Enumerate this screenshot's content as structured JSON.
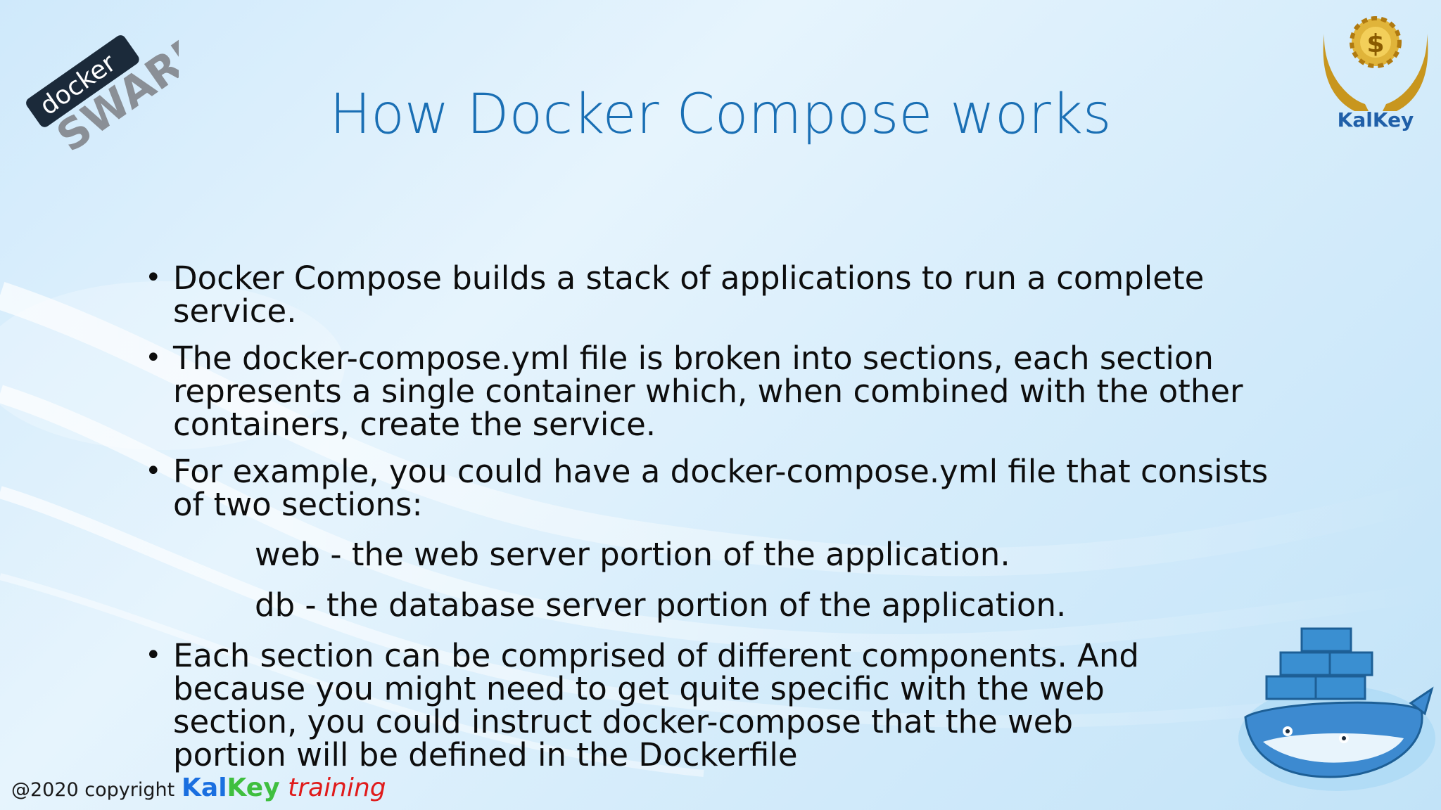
{
  "slide": {
    "title": "How Docker Compose works",
    "bullets": [
      "Docker Compose builds a stack of applications to run a complete service.",
      "The docker-compose.yml file is broken into sections, each section represents a single container which, when combined with the other containers, create the service.",
      "For example, you could have a docker-compose.yml file that consists of two sections:"
    ],
    "sublines": [
      "web - the web server portion of the application.",
      "db - the database server portion of the application."
    ],
    "last_bullet": "Each section can be comprised of different components. And because you might need to get quite specific with the web section, you could instruct docker-compose that the web portion will be defined in the Dockerfile",
    "bullet_symbol": "•"
  },
  "footer": {
    "copyright": "@2020 copyright",
    "brand_part1": "Kal",
    "brand_part2": "Key",
    "brand_part3": "training"
  },
  "logos": {
    "docker_word": "docker",
    "swarm_word": "SWARM",
    "kalkey_word": "KalKey",
    "dollar": "$"
  },
  "colors": {
    "title": "#1a6fb4",
    "text": "#0d0d0d",
    "kal": "#1a6fe0",
    "key": "#3fbf3f",
    "training": "#e01b1b",
    "gold": "#c8961e"
  }
}
